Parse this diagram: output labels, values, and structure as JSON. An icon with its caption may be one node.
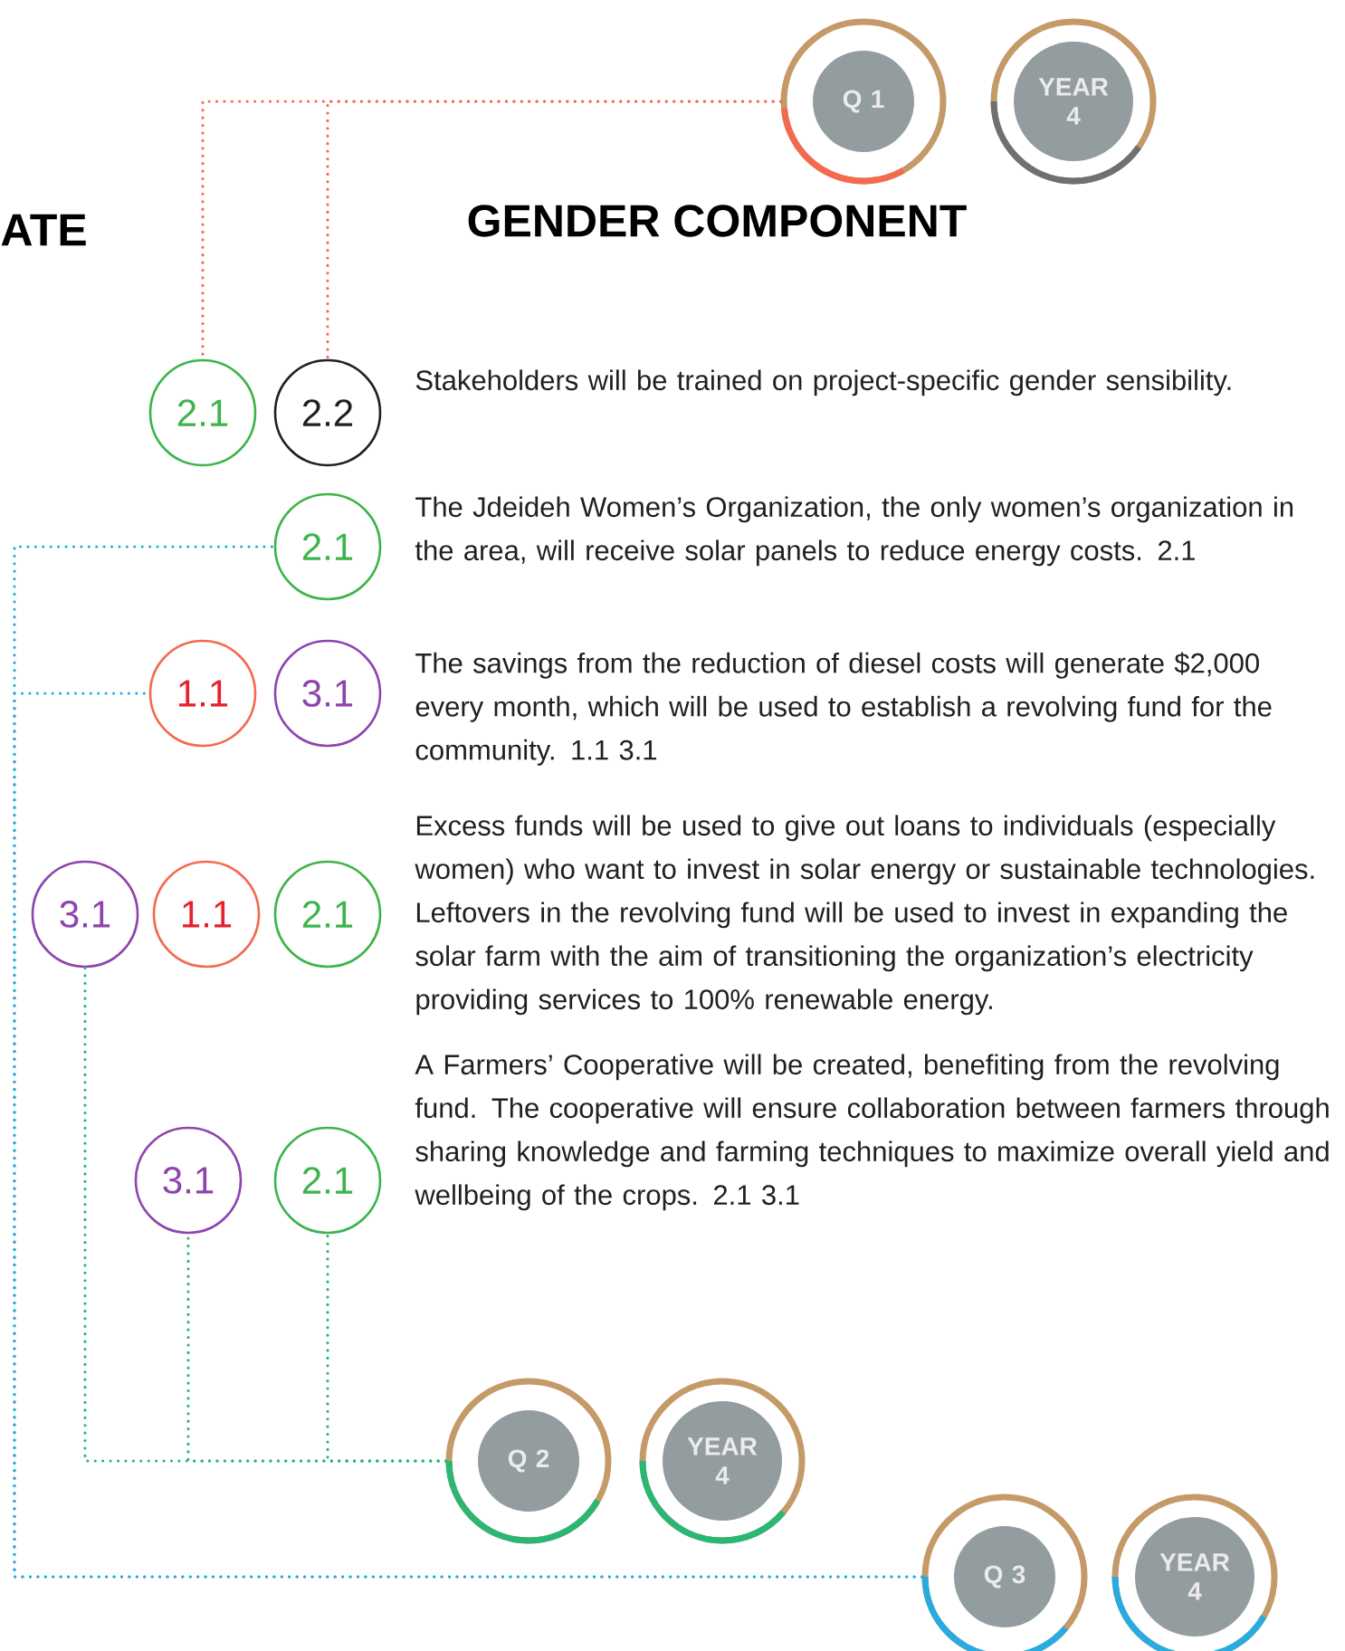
{
  "diagram": {
    "title": "GENDER COMPONENT",
    "nodes": [
      {
        "text": [
          "Q 1"
        ]
      },
      {
        "text": [
          "YEAR 4"
        ]
      },
      {
        "text": [
          "2.1"
        ]
      },
      {
        "text": [
          "2.2"
        ]
      },
      {
        "text": [
          "2.1"
        ]
      },
      {
        "text": [
          "1.1"
        ]
      },
      {
        "text": [
          "3.1"
        ]
      },
      {
        "text": [
          "3.1"
        ]
      },
      {
        "text": [
          "1.1"
        ]
      },
      {
        "text": [
          "2.1"
        ]
      },
      {
        "text": [
          "3.1"
        ]
      },
      {
        "text": [
          "2.1"
        ]
      },
      {
        "text": [
          "Q 2"
        ]
      },
      {
        "text": [
          "YEAR 4"
        ]
      },
      {
        "text": [
          "Q 3"
        ]
      },
      {
        "text": [
          "YEAR 4"
        ]
      }
    ],
    "edges": [
      {
        "from": 0,
        "to": 2,
        "arrow": "none",
        "style": "dashed",
        "color": "#f26b4f"
      },
      {
        "from": 0,
        "to": 3,
        "arrow": "none",
        "style": "dashed",
        "color": "#f26b4f"
      },
      {
        "from": 14,
        "to": 4,
        "arrow": "none",
        "style": "dashed",
        "color": "#29abe2"
      },
      {
        "from": 14,
        "to": 5,
        "arrow": "none",
        "style": "dashed",
        "color": "#29abe2"
      },
      {
        "from": 12,
        "to": 7,
        "arrow": "none",
        "style": "dashed",
        "color": "#2bb673"
      },
      {
        "from": 12,
        "to": 10,
        "arrow": "none",
        "style": "dashed",
        "color": "#2bb673"
      },
      {
        "from": 12,
        "to": 11,
        "arrow": "none",
        "style": "dashed",
        "color": "#2bb673"
      }
    ],
    "labels": [
      "ATE",
      "Stakeholders will be trained on project-specific gender sensibility.",
      "The Jdeideh Women’s Organization, the only women’s organization in the area, will receive solar panels to reduce energy costs. 2.1",
      "The savings from the reduction of diesel costs will generate $2,000 every month, which will be used to establish a revolving fund for the community. 1.1   3.1",
      "Excess funds will be used to give out loans to individuals (especially women) who want to invest in solar energy or sustainable technologies. Leftovers in the revolving fund will be used to  invest in expanding the solar farm with the aim of transitioning the organization’s electricity providing services to 100% renewable energy.",
      "A Farmers’ Cooperative will be created, benefiting from the revolving fund. The cooperative will ensure collaboration between farmers through sharing knowledge and farming techniques to maximize overall yield and wellbeing of the crops. 2.1 3.1"
    ]
  }
}
